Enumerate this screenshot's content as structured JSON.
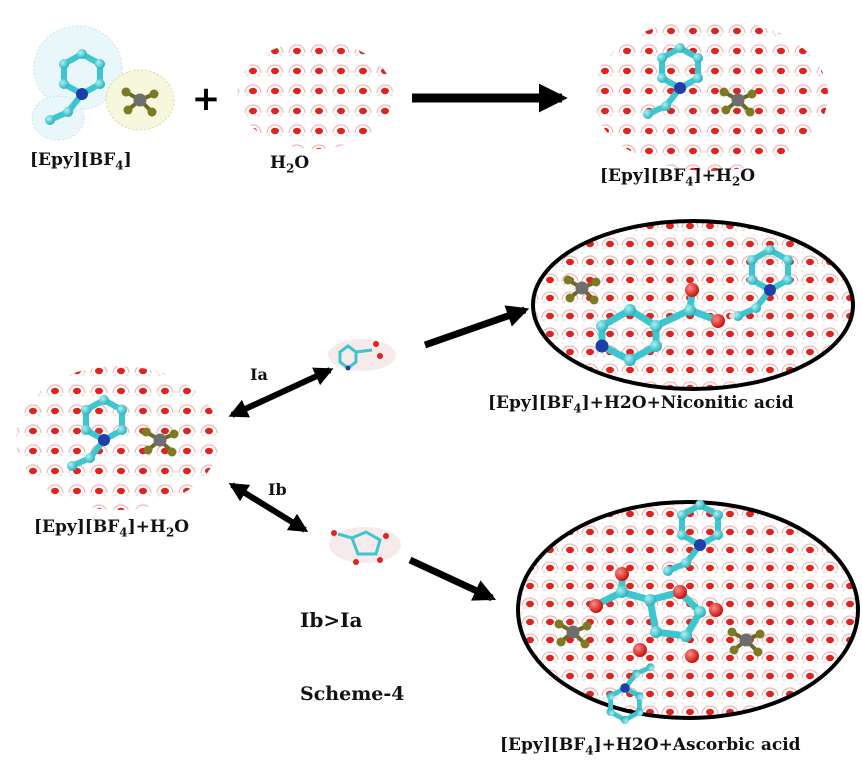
{
  "labels": {
    "epy_bf4": {
      "prefix": "[Epy][BF",
      "sub": "4",
      "suffix": "]"
    },
    "water": {
      "prefix": "H",
      "sub": "2",
      "suffix": "O"
    },
    "mixture_top": {
      "prefix": "[Epy][BF",
      "sub": "4",
      "suffix": "]+H",
      "sub2": "2",
      "suffix2": "O"
    },
    "mixture_left": {
      "prefix": "[Epy][BF",
      "sub": "4",
      "suffix": "]+H",
      "sub2": "2",
      "suffix2": "O"
    },
    "nicotinic_mix": {
      "prefix": "[Epy][BF",
      "sub": "4",
      "suffix": "]+H2O+Niconitic acid"
    },
    "ascorbic_mix": {
      "prefix": "[Epy][BF",
      "sub": "4",
      "suffix": "]+H2O+Ascorbic acid"
    },
    "ia": "Ia",
    "ib": "Ib",
    "comparison": "Ib>Ia",
    "scheme": "Scheme-4"
  },
  "symbols": {
    "plus": "+"
  },
  "colors": {
    "carbon": "#3cc6cf",
    "nitrogen": "#1f3fa8",
    "boron": "#6e6e6e",
    "fluorine": "#7c7a22",
    "oxygen": "#e0231f",
    "hydrogen": "#f2f2f2",
    "water_shell": "#f5b5b5",
    "arrow": "#000000"
  },
  "icons": {
    "pyridinium_cation": "epy-cation-molecule",
    "tetrafluoroborate_anion": "bf4-anion-molecule",
    "water_cluster": "water-molecule-cluster",
    "nicotinic_acid": "nicotinic-acid-molecule",
    "ascorbic_acid": "ascorbic-acid-molecule"
  }
}
